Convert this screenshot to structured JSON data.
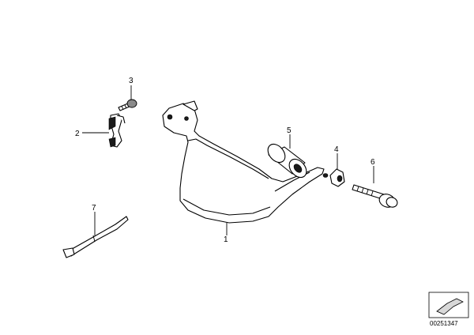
{
  "callouts": {
    "c1": "1",
    "c2": "2",
    "c3": "3",
    "c4": "4",
    "c5": "5",
    "c6": "6",
    "c7": "7"
  },
  "document_number": "00251347"
}
